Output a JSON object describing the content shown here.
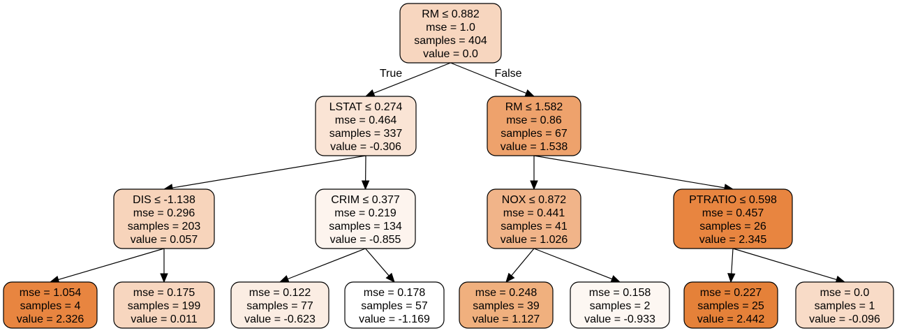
{
  "nodes": [
    {
      "id": "n0",
      "lines": [
        "RM ≤ 0.882",
        "mse = 1.0",
        "samples = 404",
        "value = 0.0"
      ],
      "fill": "#f7d6bf"
    },
    {
      "id": "n1",
      "lines": [
        "LSTAT ≤ 0.274",
        "mse = 0.464",
        "samples = 337",
        "value = -0.306"
      ],
      "fill": "#fae4d5"
    },
    {
      "id": "n2",
      "lines": [
        "RM ≤ 1.582",
        "mse = 0.86",
        "samples = 67",
        "value = 1.538"
      ],
      "fill": "#eea26c"
    },
    {
      "id": "n3",
      "lines": [
        "DIS ≤ -1.138",
        "mse = 0.296",
        "samples = 203",
        "value = 0.057"
      ],
      "fill": "#f7d4bb"
    },
    {
      "id": "n4",
      "lines": [
        "CRIM ≤ 0.377",
        "mse = 0.219",
        "samples = 134",
        "value = -0.855"
      ],
      "fill": "#fdf4ee"
    },
    {
      "id": "n5",
      "lines": [
        "NOX ≤ 0.872",
        "mse = 0.441",
        "samples = 41",
        "value = 1.026"
      ],
      "fill": "#f1b489"
    },
    {
      "id": "n6",
      "lines": [
        "PTRATIO ≤ 0.598",
        "mse = 0.457",
        "samples = 26",
        "value = 2.345"
      ],
      "fill": "#e88540"
    },
    {
      "id": "n7",
      "lines": [
        "mse = 1.054",
        "samples = 4",
        "value = 2.326"
      ],
      "fill": "#e88540"
    },
    {
      "id": "n8",
      "lines": [
        "mse = 0.175",
        "samples = 199",
        "value = 0.011"
      ],
      "fill": "#f7d6bf"
    },
    {
      "id": "n9",
      "lines": [
        "mse = 0.122",
        "samples = 77",
        "value = -0.623"
      ],
      "fill": "#fbede3"
    },
    {
      "id": "n10",
      "lines": [
        "mse = 0.178",
        "samples = 57",
        "value = -1.169"
      ],
      "fill": "#ffffff"
    },
    {
      "id": "n11",
      "lines": [
        "mse = 0.248",
        "samples = 39",
        "value = 1.127"
      ],
      "fill": "#f0b07e"
    },
    {
      "id": "n12",
      "lines": [
        "mse = 0.158",
        "samples = 2",
        "value = -0.933"
      ],
      "fill": "#fdf7f2"
    },
    {
      "id": "n13",
      "lines": [
        "mse = 0.227",
        "samples = 25",
        "value = 2.442"
      ],
      "fill": "#e58139"
    },
    {
      "id": "n14",
      "lines": [
        "mse = 0.0",
        "samples = 1",
        "value = -0.096"
      ],
      "fill": "#f8dbc7"
    }
  ],
  "edges": [
    {
      "from": "n0",
      "to": "n1",
      "label": "True"
    },
    {
      "from": "n0",
      "to": "n2",
      "label": "False"
    },
    {
      "from": "n1",
      "to": "n3",
      "label": ""
    },
    {
      "from": "n1",
      "to": "n4",
      "label": ""
    },
    {
      "from": "n2",
      "to": "n5",
      "label": ""
    },
    {
      "from": "n2",
      "to": "n6",
      "label": ""
    },
    {
      "from": "n3",
      "to": "n7",
      "label": ""
    },
    {
      "from": "n3",
      "to": "n8",
      "label": ""
    },
    {
      "from": "n4",
      "to": "n9",
      "label": ""
    },
    {
      "from": "n4",
      "to": "n10",
      "label": ""
    },
    {
      "from": "n5",
      "to": "n11",
      "label": ""
    },
    {
      "from": "n5",
      "to": "n12",
      "label": ""
    },
    {
      "from": "n6",
      "to": "n13",
      "label": ""
    },
    {
      "from": "n6",
      "to": "n14",
      "label": ""
    }
  ]
}
